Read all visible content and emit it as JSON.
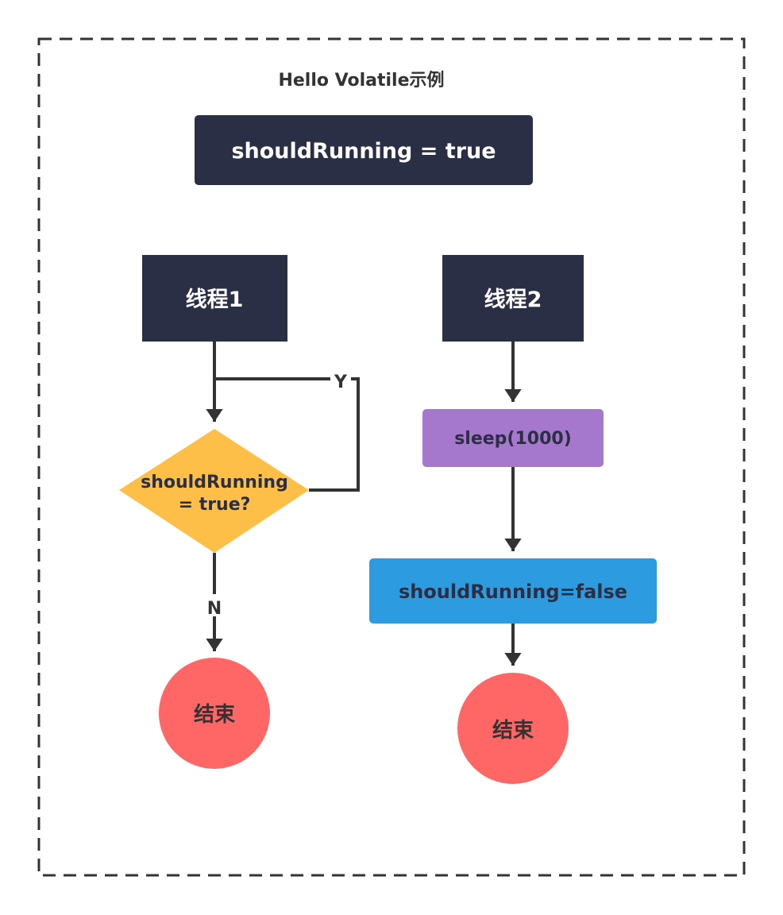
{
  "title": "Hello Volatile示例",
  "init": {
    "label": "shouldRunning = true"
  },
  "thread1": {
    "label": "线程1",
    "decision_line1": "shouldRunning",
    "decision_line2": "= true?",
    "yes_label": "Y",
    "no_label": "N",
    "end_label": "结束"
  },
  "thread2": {
    "label": "线程2",
    "sleep_label": "sleep(1000)",
    "set_label": "shouldRunning=false",
    "end_label": "结束"
  },
  "colors": {
    "dark_box": "#2b2f45",
    "decision": "#fdbf47",
    "sleep": "#a678cd",
    "set": "#2c9bdf",
    "end": "#ff6666",
    "line": "#333333",
    "frame": "#333333"
  }
}
